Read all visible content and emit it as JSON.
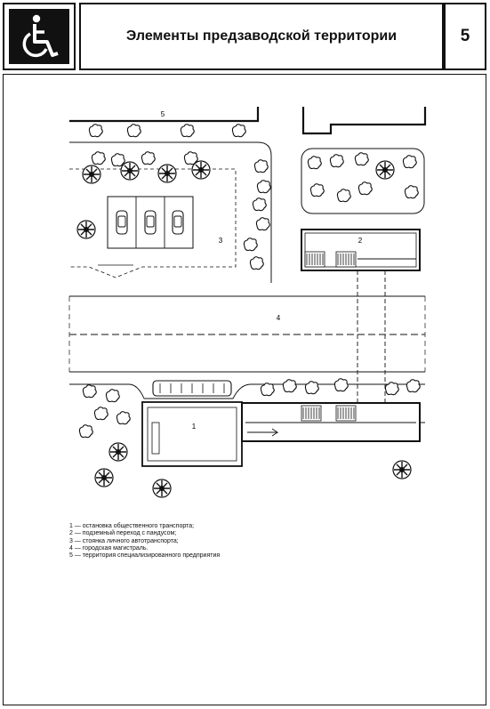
{
  "header": {
    "icon": "wheelchair-icon",
    "title": "Элементы предзаводской территории",
    "page_number": "5"
  },
  "plan": {
    "labels": {
      "stop": "1",
      "underpass": "2",
      "parking": "3",
      "road": "4",
      "enterprise": "5"
    }
  },
  "legend": [
    "1 — остановка общественного транспорта;",
    "2 — подземный переход с пандусом;",
    "3 — стоянка личного автотранспорта;",
    "4 — городская магистраль.",
    "5 — территория специализированного предприятия"
  ]
}
